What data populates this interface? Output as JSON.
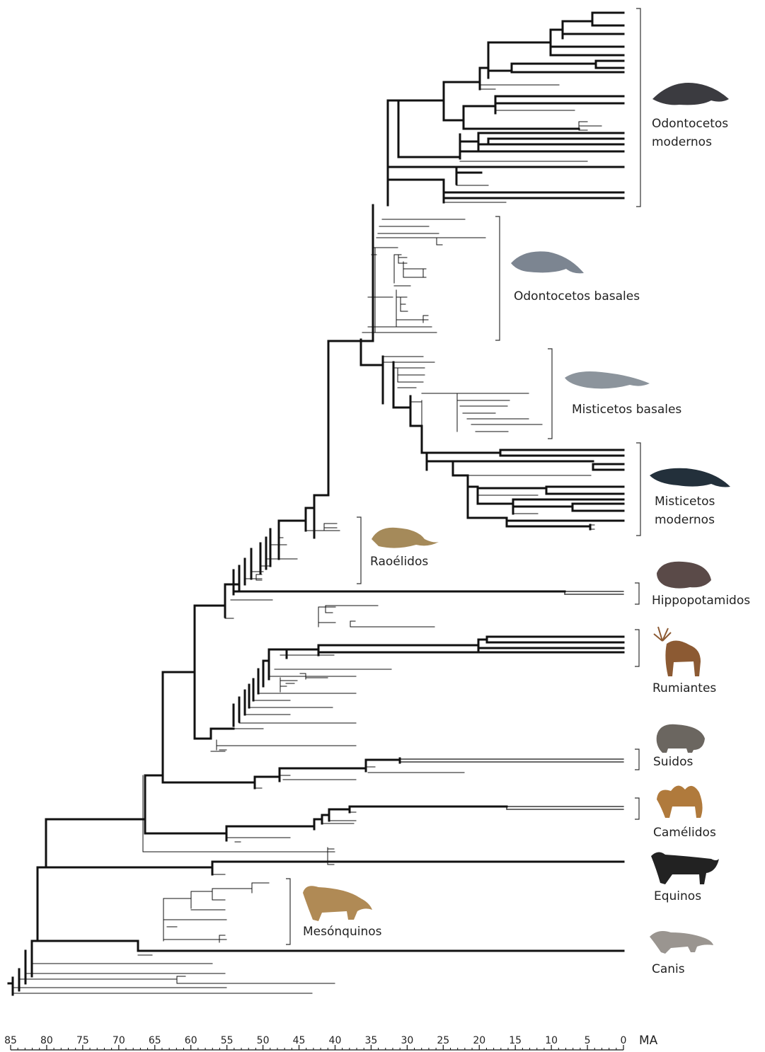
{
  "axis": {
    "unit": "MA",
    "ticks": [
      "85",
      "80",
      "75",
      "70",
      "65",
      "60",
      "55",
      "50",
      "45",
      "40",
      "35",
      "30",
      "25",
      "20",
      "15",
      "10",
      "5",
      "0"
    ]
  },
  "clades": [
    {
      "key": "odontocetos_modernos",
      "lines": [
        "Odontocetos",
        "modernos"
      ],
      "icon": "dolphin-icon",
      "color": "#3b3b40"
    },
    {
      "key": "odontocetos_basales",
      "lines": [
        "Odontocetos basales"
      ],
      "icon": "basal-whale-icon",
      "color": "#7c8591"
    },
    {
      "key": "misticetos_basales",
      "lines": [
        "Misticetos basales"
      ],
      "icon": "basal-baleen-whale-icon",
      "color": "#8c949c"
    },
    {
      "key": "misticetos_modernos",
      "lines": [
        "Misticetos",
        "modernos"
      ],
      "icon": "humpback-whale-icon",
      "color": "#23303b"
    },
    {
      "key": "raoelidos",
      "lines": [
        "Raoélidos"
      ],
      "icon": "raoellid-icon",
      "color": "#a58a5a"
    },
    {
      "key": "hippopotamidos",
      "lines": [
        "Hippopotamidos"
      ],
      "icon": "hippo-icon",
      "color": "#5a4a48"
    },
    {
      "key": "rumiantes",
      "lines": [
        "Rumiantes"
      ],
      "icon": "deer-icon",
      "color": "#8c5a33"
    },
    {
      "key": "suidos",
      "lines": [
        "Suidos"
      ],
      "icon": "warthog-icon",
      "color": "#6b6660"
    },
    {
      "key": "camelidos",
      "lines": [
        "Camélidos"
      ],
      "icon": "camel-icon",
      "color": "#b07a3c"
    },
    {
      "key": "equinos",
      "lines": [
        "Equinos"
      ],
      "icon": "zebra-icon",
      "color": "#222222"
    },
    {
      "key": "mesonquinos",
      "lines": [
        "Mesónquinos"
      ],
      "icon": "mesonychid-icon",
      "color": "#b08a55"
    },
    {
      "key": "canis",
      "lines": [
        "Canis"
      ],
      "icon": "wolf-icon",
      "color": "#9a9590"
    }
  ]
}
